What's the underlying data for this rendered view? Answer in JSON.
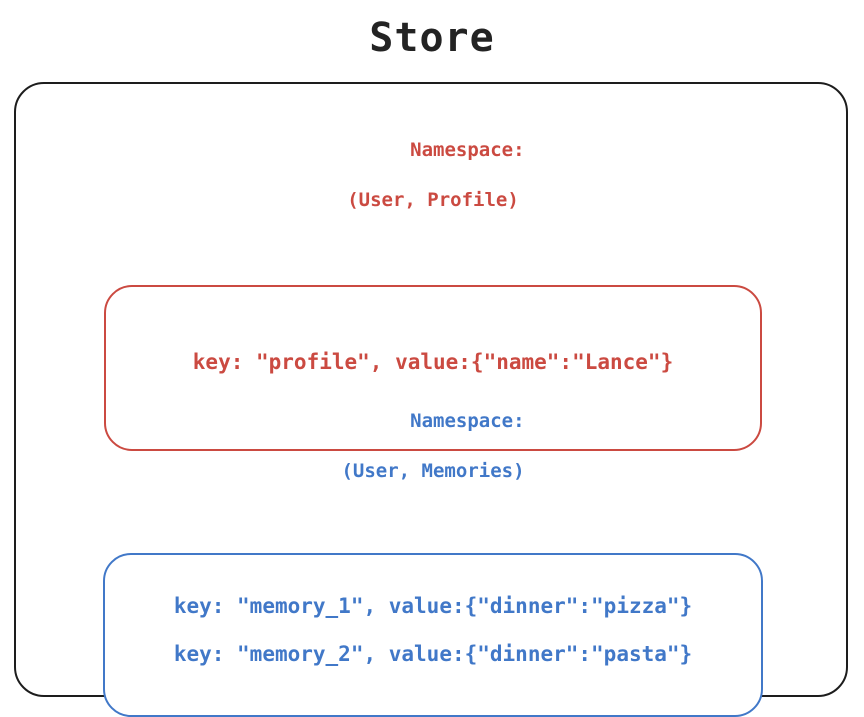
{
  "title": "Store",
  "colors": {
    "outline": "#1d1d1d",
    "profile_accent": "#CB4A41",
    "memories_accent": "#4178C8",
    "background": "#ffffff"
  },
  "namespaces": [
    {
      "label_line1": "Namespace:",
      "label_line2": "(User, Profile)",
      "accent": "#CB4A41",
      "entries": [
        {
          "text": "key: \"profile\", value:{\"name\":\"Lance\"}"
        }
      ]
    },
    {
      "label_line1": "Namespace:",
      "label_line2": "(User, Memories)",
      "accent": "#4178C8",
      "entries": [
        {
          "text": "key: \"memory_1\", value:{\"dinner\":\"pizza\"}"
        },
        {
          "text": "key: \"memory_2\", value:{\"dinner\":\"pasta\"}"
        }
      ]
    }
  ]
}
